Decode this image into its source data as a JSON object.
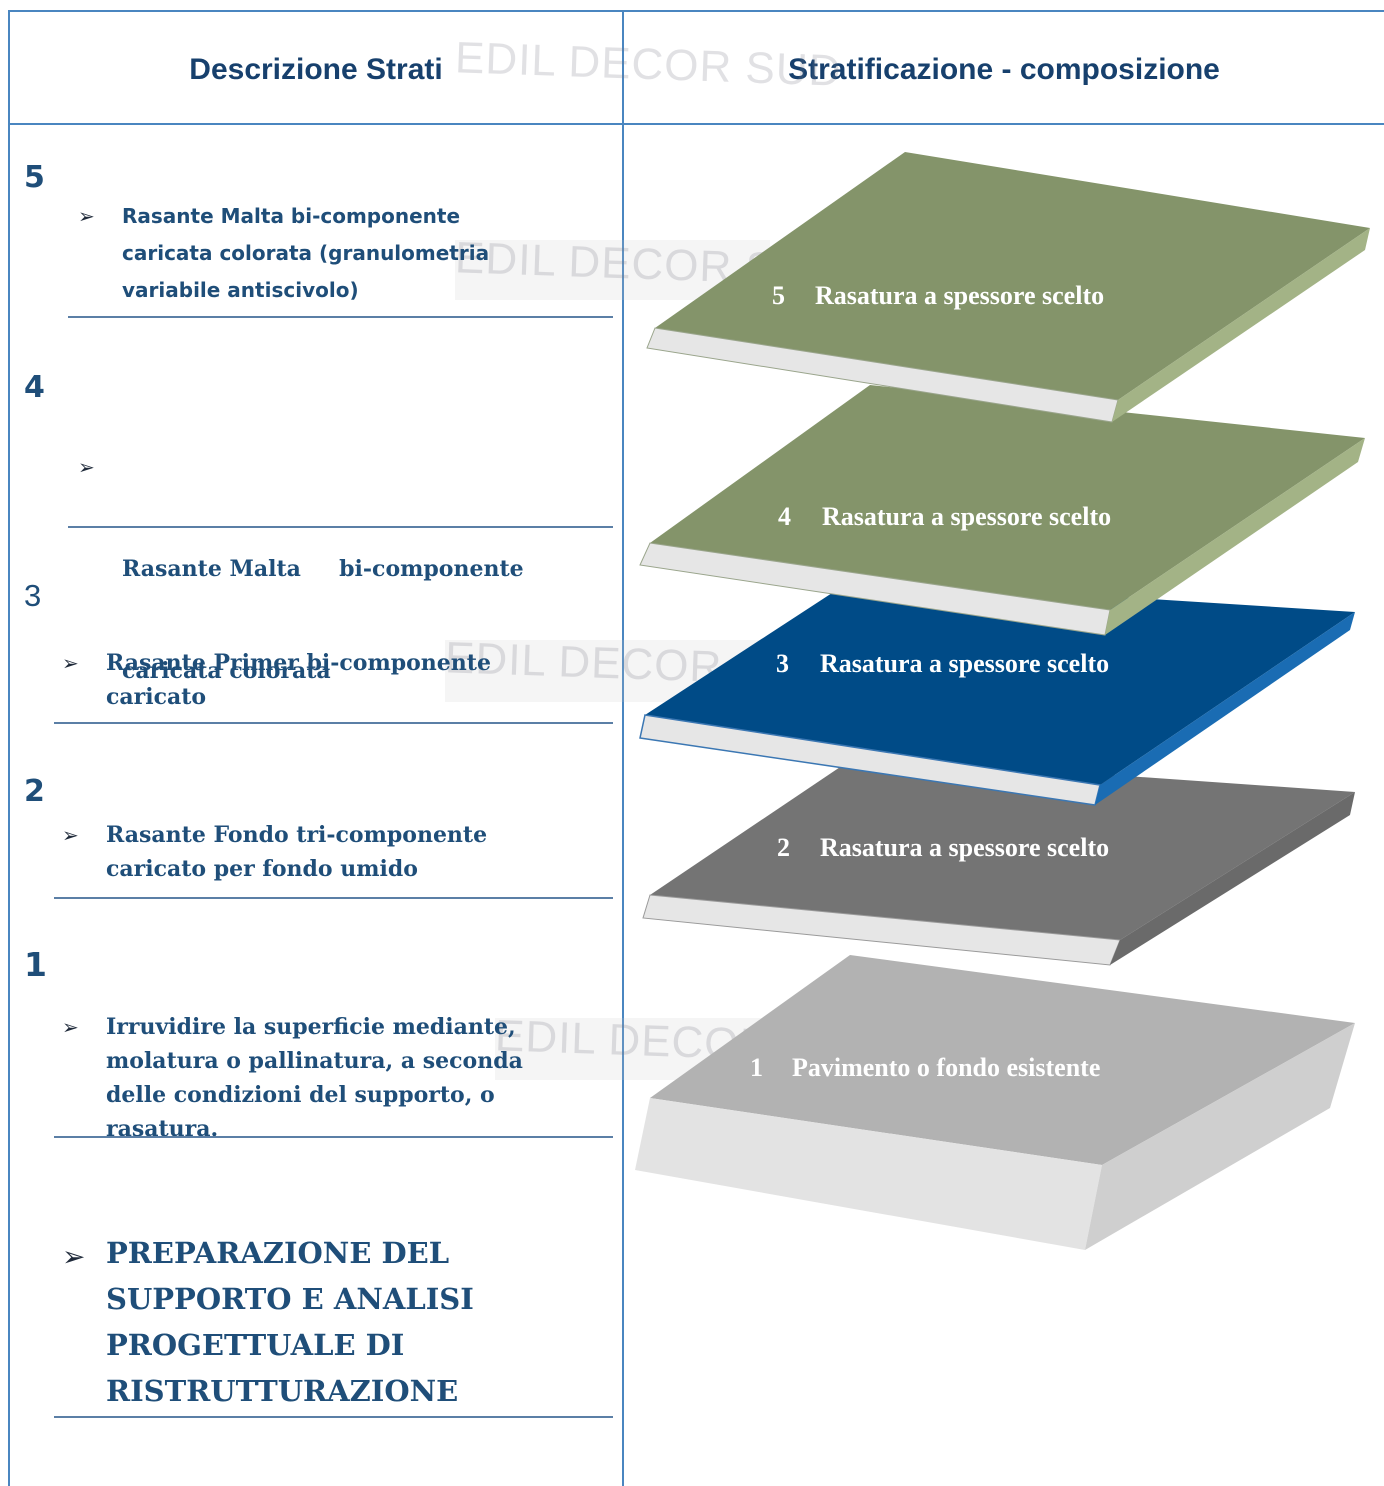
{
  "header": {
    "left_title": "Descrizione Strati",
    "right_title": "Stratificazione - composizione"
  },
  "watermark_text": "EDIL DECOR SUD",
  "descriptions": [
    {
      "number": "5",
      "lines": [
        "Rasante Malta bi-componente",
        "caricata colorata (granulometria",
        "variabile antiscivolo)"
      ]
    },
    {
      "number": "4",
      "lines": [
        "Rasante Malta     bi-componente",
        "caricata colorata"
      ]
    },
    {
      "number": "3",
      "lines": [
        "Rasante Primer bi-componente",
        "caricato"
      ]
    },
    {
      "number": "2",
      "lines": [
        "Rasante Fondo tri-componente",
        "caricato per fondo umido"
      ]
    },
    {
      "number": "1",
      "lines": [
        "Irruvidire la superficie mediante,",
        "molatura o pallinatura, a seconda",
        "delle condizioni del supporto, o",
        "rasatura."
      ]
    }
  ],
  "preparation": {
    "lines": [
      "PREPARAZIONE DEL",
      "SUPPORTO E ANALISI",
      "PROGETTUALE DI",
      "RISTRUTTURAZIONE"
    ]
  },
  "bullet_glyph": "➢",
  "layers": [
    {
      "number": "5",
      "label": "Rasatura a spessore scelto",
      "color": "#84946a"
    },
    {
      "number": "4",
      "label": "Rasatura a spessore scelto",
      "color": "#84946a"
    },
    {
      "number": "3",
      "label": "Rasatura a spessore scelto",
      "color": "#004b87"
    },
    {
      "number": "2",
      "label": "Rasatura a spessore scelto",
      "color": "#747474"
    },
    {
      "number": "1",
      "label": "Pavimento o fondo esistente",
      "color": "#b2b2b2"
    }
  ],
  "colors": {
    "frame": "#4a86c0",
    "heading": "#17406d",
    "text": "#1f4e79"
  }
}
